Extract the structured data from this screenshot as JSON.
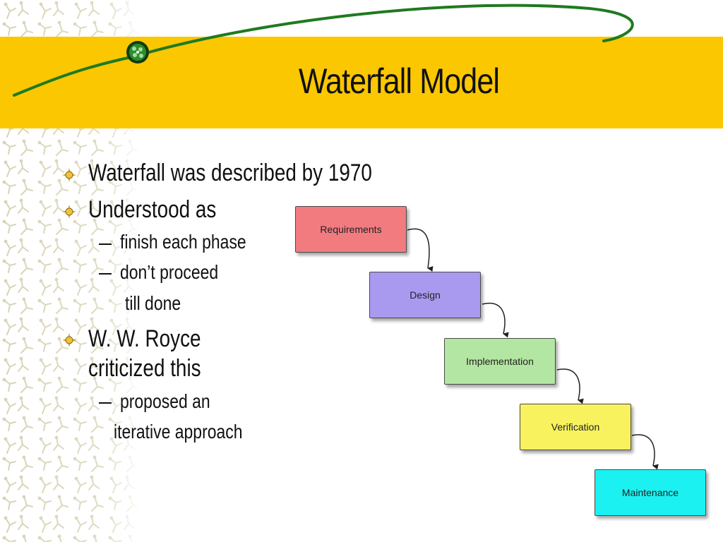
{
  "slide": {
    "title": "Waterfall Model"
  },
  "bullets": [
    {
      "text": "Waterfall was described by 1970"
    },
    {
      "text": "Understood as"
    },
    {
      "text": "finish each phase"
    },
    {
      "text": "don’t proceed"
    },
    {
      "text": "till done"
    },
    {
      "text": "W. W. Royce"
    },
    {
      "text": "criticized this"
    },
    {
      "text": "proposed an"
    },
    {
      "text": "iterative approach"
    }
  ],
  "diagram": {
    "phases": [
      {
        "label": "Requirements",
        "color": "#f27b80"
      },
      {
        "label": "Design",
        "color": "#a99af0"
      },
      {
        "label": "Implementation",
        "color": "#b3e6a2"
      },
      {
        "label": "Verification",
        "color": "#f8f25e"
      },
      {
        "label": "Maintenance",
        "color": "#1cf1f2"
      }
    ]
  },
  "theme": {
    "title_band_color": "#fbc700",
    "swoosh_color": "#1f7a1f"
  },
  "icons": {
    "bullet": "gear-bullet-icon",
    "swoosh_node": "green-orb-icon"
  }
}
